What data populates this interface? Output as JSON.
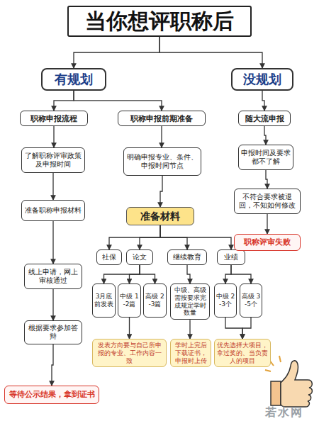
{
  "diagram": {
    "title": "当你想评职称后",
    "nodes": [
      {
        "text": [
          "当你想评职称后"
        ]
      },
      {
        "text": [
          "有规划"
        ]
      },
      {
        "text": [
          "没规划"
        ]
      },
      {
        "text": [
          "职称申报流程"
        ]
      },
      {
        "text": [
          "职称申报前期准备"
        ]
      },
      {
        "text": [
          "随大流申报"
        ]
      },
      {
        "text": [
          "了解职称评审政策及申报时间"
        ]
      },
      {
        "text": [
          "明确申报专业、条件、申报时间节点"
        ]
      },
      {
        "text": [
          "申报时间及要求都不了解"
        ]
      },
      {
        "text": [
          "准备职称申报材料"
        ]
      },
      {
        "text": [
          "准备材料"
        ]
      },
      {
        "text": [
          "不符合要求被退回，不知如何修改"
        ]
      },
      {
        "text": [
          "社保"
        ]
      },
      {
        "text": [
          "论文"
        ]
      },
      {
        "text": [
          "继续教育"
        ]
      },
      {
        "text": [
          "业绩"
        ]
      },
      {
        "text": [
          "职称评审失败"
        ]
      },
      {
        "text": [
          "线上申请，网上审核通过"
        ]
      },
      {
        "text": [
          "3月底前发表"
        ]
      },
      {
        "text": [
          "中级 1-2篇"
        ]
      },
      {
        "text": [
          "高级 2-3篇"
        ]
      },
      {
        "text": [
          "中级、高级需按要求完成规定学时数量"
        ]
      },
      {
        "text": [
          "中级 2-3个"
        ]
      },
      {
        "text": [
          "高级 3-5个"
        ]
      },
      {
        "text": [
          "根据要求参加答辩"
        ]
      },
      {
        "text": [
          "发表方向要与自己所申报的专业、工作内容一致"
        ]
      },
      {
        "text": [
          "学时上完后下载证书，申报时上传"
        ]
      },
      {
        "text": [
          "优先选择大项目，拿过奖的、当负责人的项目"
        ]
      },
      {
        "text": [
          "等待公示结果，拿到证书"
        ]
      }
    ],
    "edges": [
      {
        "from": 0,
        "to": 1,
        "arrow": "to"
      },
      {
        "from": 0,
        "to": 2,
        "arrow": "to"
      },
      {
        "from": 1,
        "to": 3,
        "arrow": "to"
      },
      {
        "from": 1,
        "to": 4,
        "arrow": "to"
      },
      {
        "from": 2,
        "to": 5,
        "arrow": "to"
      },
      {
        "from": 3,
        "to": 6,
        "arrow": "to"
      },
      {
        "from": 4,
        "to": 7,
        "arrow": "to"
      },
      {
        "from": 5,
        "to": 8,
        "arrow": "to"
      },
      {
        "from": 6,
        "to": 9,
        "arrow": "to"
      },
      {
        "from": 7,
        "to": 10,
        "arrow": "to"
      },
      {
        "from": 8,
        "to": 11,
        "arrow": "to"
      },
      {
        "from": 9,
        "to": 17,
        "arrow": "to"
      },
      {
        "from": 10,
        "to": 12,
        "arrow": "to"
      },
      {
        "from": 10,
        "to": 13,
        "arrow": "to"
      },
      {
        "from": 10,
        "to": 14,
        "arrow": "to"
      },
      {
        "from": 10,
        "to": 15,
        "arrow": "to"
      },
      {
        "from": 11,
        "to": 16,
        "arrow": "to"
      },
      {
        "from": 13,
        "to": 18,
        "arrow": "to"
      },
      {
        "from": 13,
        "to": 19,
        "arrow": "to"
      },
      {
        "from": 13,
        "to": 20,
        "arrow": "to"
      },
      {
        "from": 14,
        "to": 21,
        "arrow": "to"
      },
      {
        "from": 15,
        "to": 22,
        "arrow": "to"
      },
      {
        "from": 15,
        "to": 23,
        "arrow": "to"
      },
      {
        "from": 17,
        "to": 24,
        "arrow": "to"
      },
      {
        "from": 19,
        "to": 25,
        "arrow": "to"
      },
      {
        "from": 21,
        "to": 26,
        "arrow": "to"
      },
      {
        "from": 22,
        "to": 27,
        "arrow": "to"
      },
      {
        "from": 23,
        "to": 27,
        "arrow": "to"
      },
      {
        "from": 24,
        "to": 28,
        "arrow": "to"
      }
    ],
    "labels": [
      "若水网"
    ]
  }
}
